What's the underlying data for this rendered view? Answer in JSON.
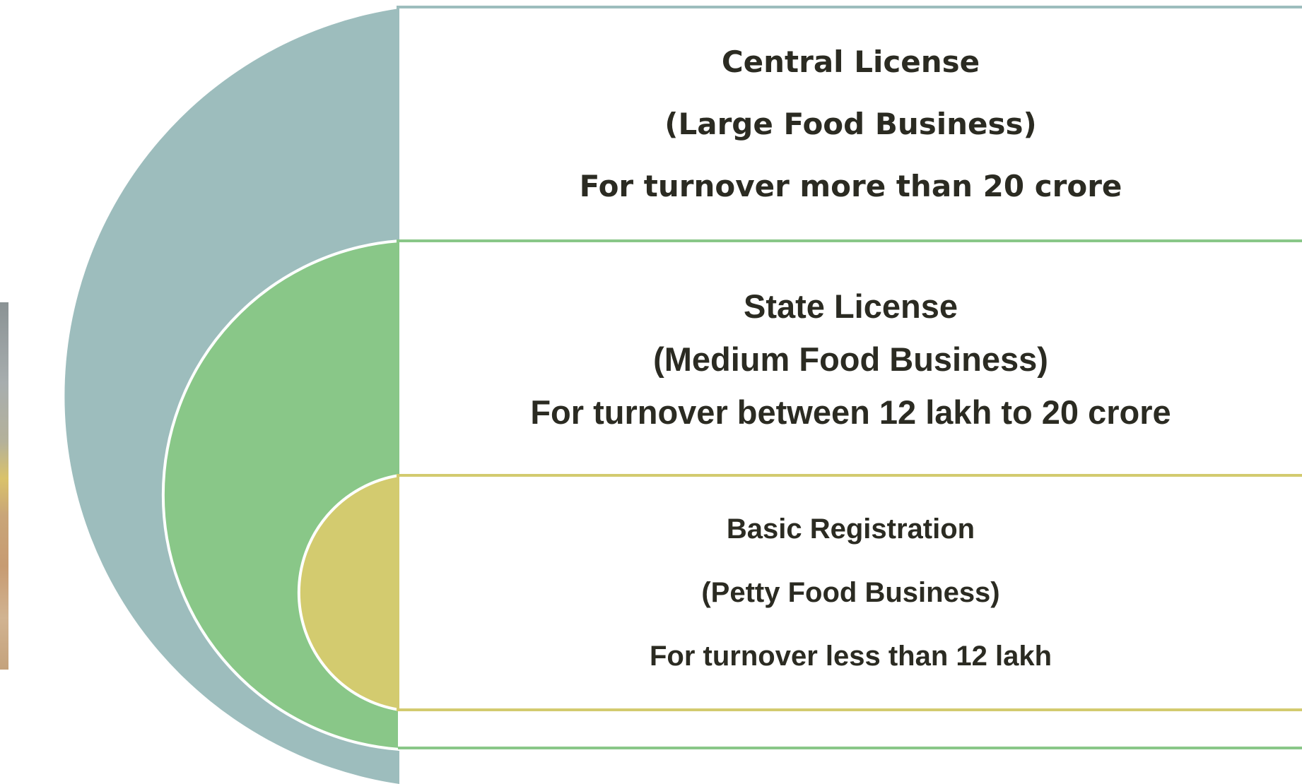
{
  "diagram": {
    "colors": {
      "outer_fill": "#9dbdbd",
      "outer_border": "#9dbdbd",
      "middle_fill": "#89c788",
      "middle_border": "#89c788",
      "inner_fill": "#d3cb6f",
      "inner_border": "#d3cb6f",
      "text": "#2b2b22",
      "background": "#ffffff"
    },
    "levels": [
      {
        "id": "central",
        "title": "Central License",
        "category": "(Large Food Business)",
        "turnover": "For turnover more than 20 crore"
      },
      {
        "id": "state",
        "title": "State License",
        "category": "(Medium Food Business)",
        "turnover": "For turnover between 12 lakh to 20 crore"
      },
      {
        "id": "basic",
        "title": "Basic Registration",
        "category": "(Petty Food Business)",
        "turnover": "For turnover less than 12 lakh"
      }
    ]
  }
}
